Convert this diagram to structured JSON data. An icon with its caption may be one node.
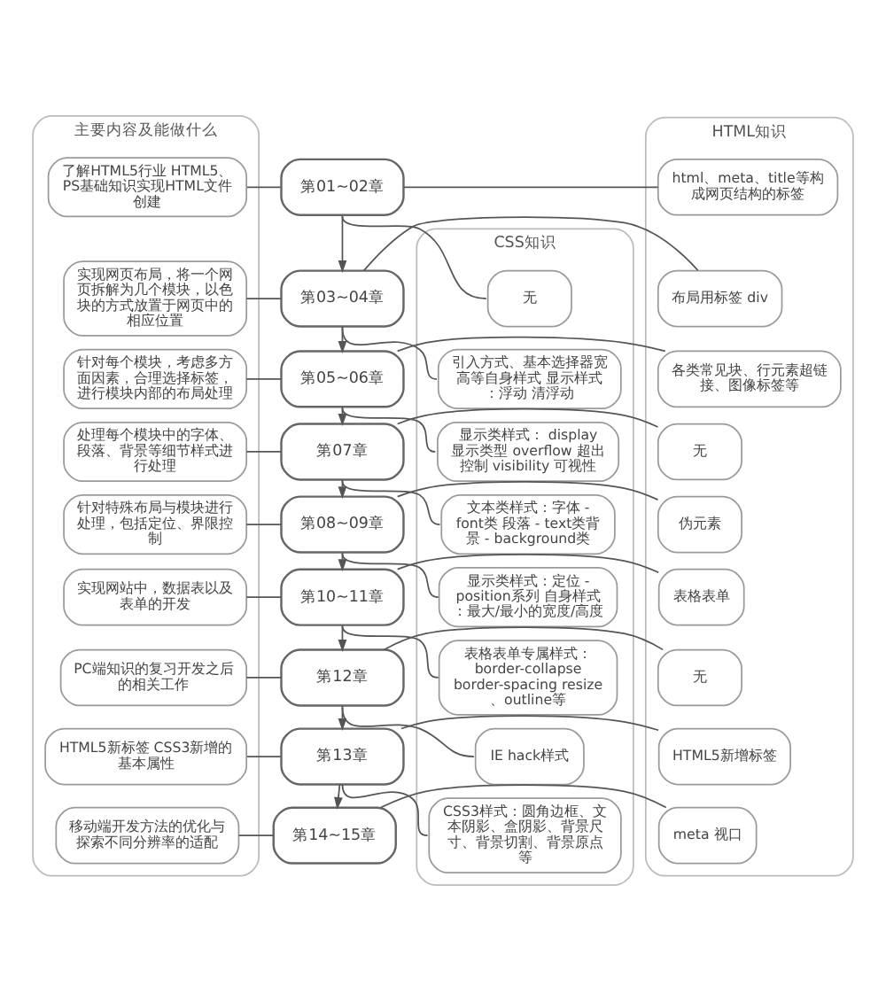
{
  "diagram": {
    "nodes": [
      {
        "text": [
          "主要内容及能做什么"
        ]
      },
      {
        "text": [
          "了解HTML5行业 HTML5、PS基础知识实现HTML文件创建"
        ],
        "in": 0
      },
      {
        "text": [
          "实现网页布局，将一个网页拆解为几个模块，以色块的方式放置于网页中的相应位置"
        ],
        "in": 0
      },
      {
        "text": [
          "针对每个模块，考虑多方面因素，合理选择标签，进行模块内部的布局处理"
        ],
        "in": 0
      },
      {
        "text": [
          "处理每个模块中的字体、段落、背景等细节样式进行处理"
        ],
        "in": 0
      },
      {
        "text": [
          "针对特殊布局与模块进行处理，包括定位、界限控制"
        ],
        "in": 0
      },
      {
        "text": [
          "实现网站中，数据表以及表单的开发"
        ],
        "in": 0
      },
      {
        "text": [
          "PC端知识的复习开发之后的相关工作"
        ],
        "in": 0
      },
      {
        "text": [
          "HTML5新标签 CSS3新增的基本属性"
        ],
        "in": 0
      },
      {
        "text": [
          "移动端开发方法的优化与探索不同分辨率的适配"
        ],
        "in": 0
      },
      {
        "text": [
          "第01~02章"
        ]
      },
      {
        "text": [
          "第03~04章"
        ]
      },
      {
        "text": [
          "第05~06章"
        ]
      },
      {
        "text": [
          "第07章"
        ]
      },
      {
        "text": [
          "第08~09章"
        ]
      },
      {
        "text": [
          "第10~11章"
        ]
      },
      {
        "text": [
          "第12章"
        ]
      },
      {
        "text": [
          "第13章"
        ]
      },
      {
        "text": [
          "第14~15章"
        ]
      },
      {
        "text": [
          "HTML知识"
        ]
      },
      {
        "text": [
          "html、meta、title等构成网页结构的标签"
        ],
        "in": 19
      },
      {
        "text": [
          "布局用标签 div"
        ],
        "in": 19
      },
      {
        "text": [
          "各类常见块、行元素超链接、图像标签等"
        ],
        "in": 19
      },
      {
        "text": [
          "无"
        ],
        "in": 19
      },
      {
        "text": [
          "伪元素"
        ],
        "in": 19
      },
      {
        "text": [
          "表格表单"
        ],
        "in": 19
      },
      {
        "text": [
          "无"
        ],
        "in": 19
      },
      {
        "text": [
          "HTML5新增标签"
        ],
        "in": 19
      },
      {
        "text": [
          "meta 视口"
        ],
        "in": 19
      },
      {
        "text": [
          "CSS知识"
        ]
      },
      {
        "text": [
          "无"
        ],
        "in": 29
      },
      {
        "text": [
          "引入方式、基本选择器宽高等自身样式 显示样式：浮动 清浮动"
        ],
        "in": 29
      },
      {
        "text": [
          "显示类样式： display 显示类型 overflow 超出控制 visibility 可视性"
        ],
        "in": 29
      },
      {
        "text": [
          "文本类样式：字体 - font类 段落 - text类背景 - background类"
        ],
        "in": 29
      },
      {
        "text": [
          "显示类样式：定位 - position系列 自身样式：最大/最小的宽度/高度"
        ],
        "in": 29
      },
      {
        "text": [
          "表格表单专属样式： border-collapse border-spacing resize、outline等"
        ],
        "in": 29
      },
      {
        "text": [
          "IE hack样式"
        ],
        "in": 29
      },
      {
        "text": [
          "CSS3样式：圆角边框、文本阴影、盒阴影、背景尺寸、背景切割、背景原点等"
        ],
        "in": 29
      }
    ],
    "edges": [
      {
        "from": 1,
        "to": 10,
        "arrow": "none"
      },
      {
        "from": 10,
        "to": 20,
        "arrow": "none"
      },
      {
        "from": 10,
        "to": 30,
        "arrow": "none"
      },
      {
        "from": 10,
        "to": 11,
        "arrow": "to"
      },
      {
        "from": 2,
        "to": 11,
        "arrow": "none"
      },
      {
        "from": 11,
        "to": 21,
        "arrow": "none"
      },
      {
        "from": 11,
        "to": 31,
        "arrow": "none"
      },
      {
        "from": 11,
        "to": 12,
        "arrow": "to"
      },
      {
        "from": 3,
        "to": 12,
        "arrow": "none"
      },
      {
        "from": 12,
        "to": 22,
        "arrow": "none"
      },
      {
        "from": 12,
        "to": 32,
        "arrow": "none"
      },
      {
        "from": 12,
        "to": 13,
        "arrow": "to"
      },
      {
        "from": 4,
        "to": 13,
        "arrow": "none"
      },
      {
        "from": 13,
        "to": 23,
        "arrow": "none"
      },
      {
        "from": 13,
        "to": 33,
        "arrow": "none"
      },
      {
        "from": 13,
        "to": 14,
        "arrow": "to"
      },
      {
        "from": 5,
        "to": 14,
        "arrow": "none"
      },
      {
        "from": 14,
        "to": 24,
        "arrow": "none"
      },
      {
        "from": 14,
        "to": 34,
        "arrow": "none"
      },
      {
        "from": 14,
        "to": 15,
        "arrow": "to"
      },
      {
        "from": 6,
        "to": 15,
        "arrow": "none"
      },
      {
        "from": 15,
        "to": 25,
        "arrow": "none"
      },
      {
        "from": 15,
        "to": 35,
        "arrow": "none"
      },
      {
        "from": 15,
        "to": 16,
        "arrow": "to"
      },
      {
        "from": 7,
        "to": 16,
        "arrow": "none"
      },
      {
        "from": 16,
        "to": 26,
        "arrow": "none"
      },
      {
        "from": 16,
        "to": 36,
        "arrow": "none"
      },
      {
        "from": 16,
        "to": 17,
        "arrow": "to"
      },
      {
        "from": 8,
        "to": 17,
        "arrow": "none"
      },
      {
        "from": 17,
        "to": 27,
        "arrow": "none"
      },
      {
        "from": 17,
        "to": 37,
        "arrow": "none"
      },
      {
        "from": 17,
        "to": 18,
        "arrow": "to"
      },
      {
        "from": 9,
        "to": 18,
        "arrow": "none"
      },
      {
        "from": 18,
        "to": 28,
        "arrow": "none"
      }
    ]
  }
}
